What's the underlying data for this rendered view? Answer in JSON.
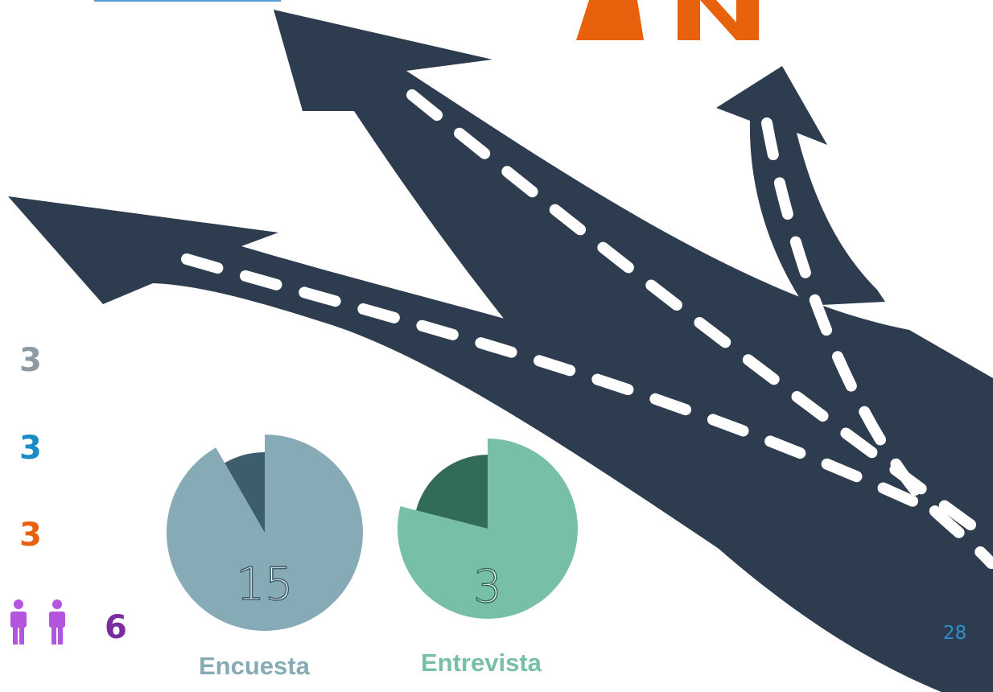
{
  "colors": {
    "road": "#2d3c4e",
    "dash": "#ffffff",
    "frame_blue": "#5b9bd5",
    "logo_orange": "#e8620e",
    "stat_gray": "#8e9aa3",
    "stat_blue": "#1a8cc5",
    "stat_orange": "#e8620e",
    "stat_purple": "#7a2da0",
    "people_icon": "#b455e0",
    "encuesta_light": "#86abb6",
    "encuesta_dark": "#3d5d6a",
    "entrevista_light": "#78bfa8",
    "entrevista_dark": "#326b58",
    "page_number": "#2e8fcc"
  },
  "stats": [
    {
      "value": "3",
      "color": "stat_gray"
    },
    {
      "value": "3",
      "color": "stat_blue"
    },
    {
      "value": "3",
      "color": "stat_orange"
    },
    {
      "value": "6",
      "color": "stat_purple",
      "icon": "people-icon"
    }
  ],
  "chart_data": [
    {
      "type": "pie",
      "title": "Encuesta",
      "center_label": "15",
      "slices": [
        {
          "fraction": 0.917,
          "color": "encuesta_light"
        },
        {
          "fraction": 0.083,
          "color": "encuesta_dark"
        }
      ]
    },
    {
      "type": "pie",
      "title": "Entrevista",
      "center_label": "3",
      "slices": [
        {
          "fraction": 0.79,
          "color": "entrevista_light"
        },
        {
          "fraction": 0.21,
          "color": "entrevista_dark"
        }
      ]
    }
  ],
  "page_number": "28"
}
